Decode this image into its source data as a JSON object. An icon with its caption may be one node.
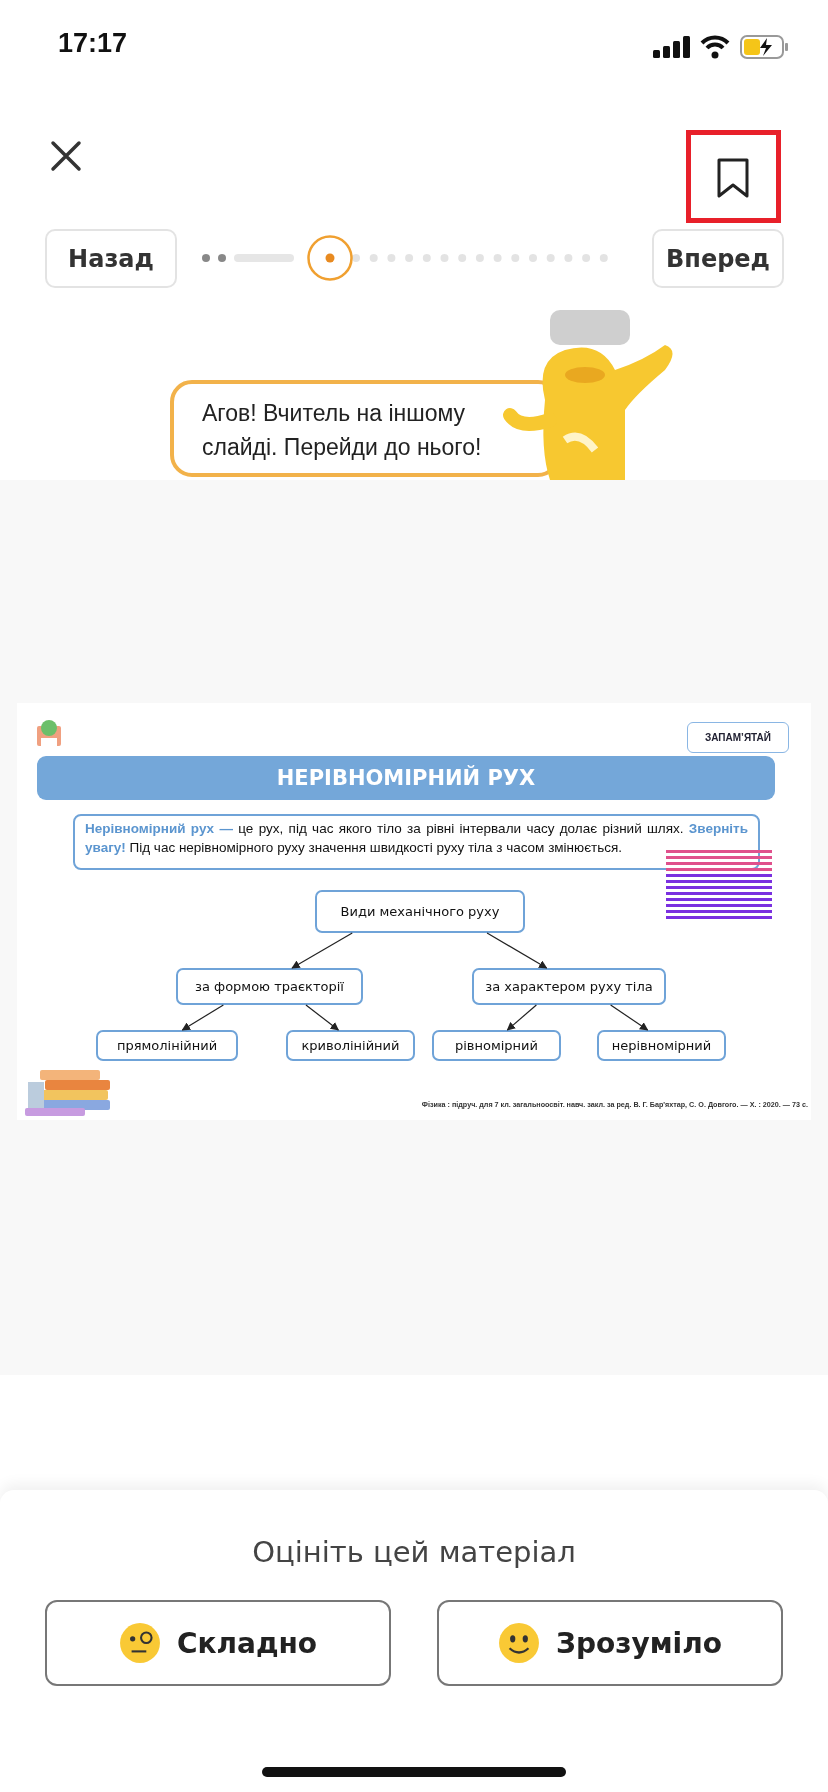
{
  "diagram": {
    "title": "НЕРІВНОМІРНИЙ РУХ",
    "nodes": [
      {
        "text": [
          "**Нерівномірний рух —** це рух, під час якого тіло за рівні інтервали часу долає різний шлях. **Зверніть увагу!** Під час нерівномірного руху значення швидкості руху тіла з часом змінюється."
        ]
      },
      {
        "text": [
          "Види механічного руху"
        ]
      },
      {
        "text": [
          "за формою траєкторії"
        ]
      },
      {
        "text": [
          "за характером руху тіла"
        ]
      },
      {
        "text": [
          "прямолінійний"
        ]
      },
      {
        "text": [
          "криволінійний"
        ]
      },
      {
        "text": [
          "рівномірний"
        ]
      },
      {
        "text": [
          "нерівномірний"
        ]
      }
    ],
    "edges": [
      {
        "from": 1,
        "to": 2,
        "arrow": "to"
      },
      {
        "from": 1,
        "to": 3,
        "arrow": "to"
      },
      {
        "from": 2,
        "to": 4,
        "arrow": "to"
      },
      {
        "from": 2,
        "to": 5,
        "arrow": "to"
      },
      {
        "from": 3,
        "to": 6,
        "arrow": "to"
      },
      {
        "from": 3,
        "to": 7,
        "arrow": "to"
      }
    ],
    "labels": [
      "17:17",
      "Назад",
      "Вперед",
      "Агов! Вчитель на іншому слайді. Перейди до нього!",
      "ЗАПАМ’ЯТАЙ",
      "Фізика : підруч. для 7 кл. загальноосвіт. навч. закл. за ред. В. Г. Бар'яхтар, С. О. Довгого. — Х. : 2020. — 73 с.",
      "Оцініть цей матеріал",
      "Складно",
      "Зрозуміло"
    ]
  }
}
